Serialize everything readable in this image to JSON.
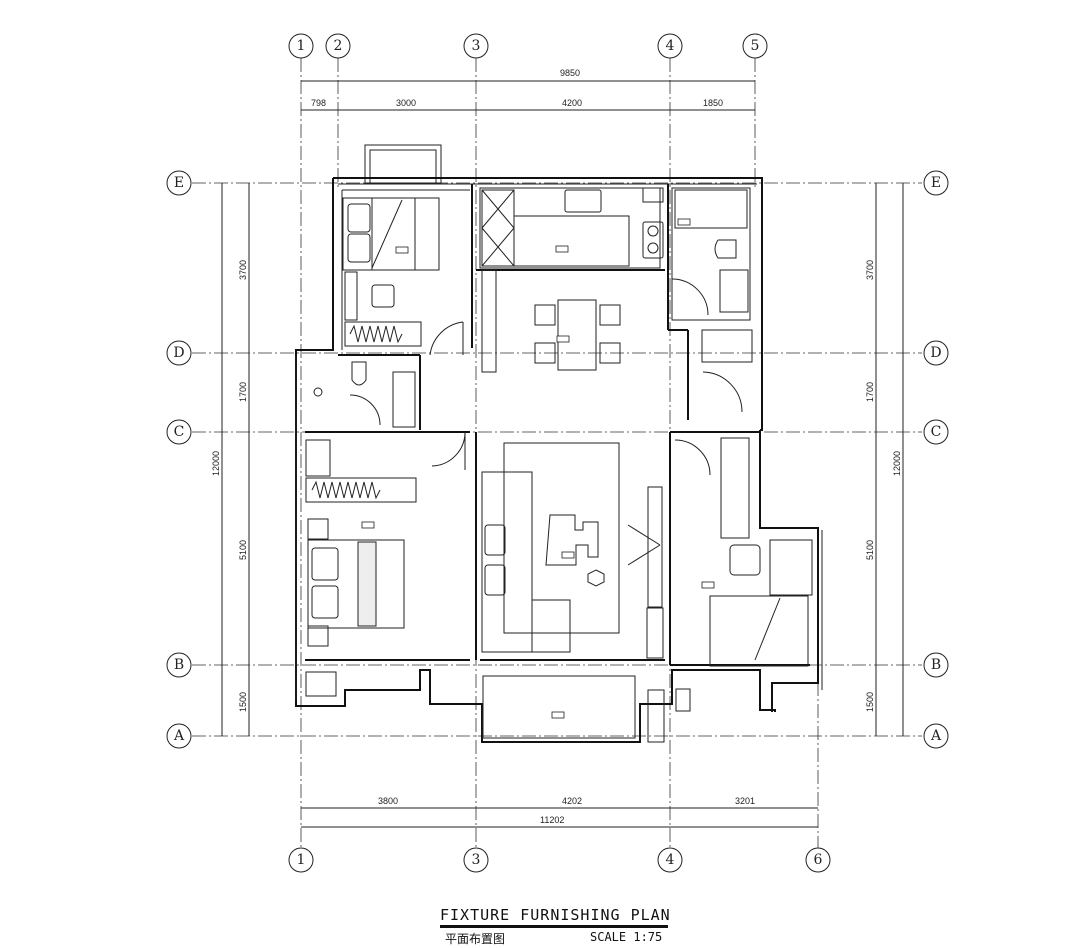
{
  "drawing": {
    "title": "FIXTURE FURNISHING PLAN",
    "subtitle_cn": "平面布置图",
    "scale": "SCALE 1:75"
  },
  "grid_axes": {
    "top": [
      "1",
      "2",
      "3",
      "4",
      "5"
    ],
    "bottom": [
      "1",
      "3",
      "4",
      "6"
    ],
    "left": [
      "E",
      "D",
      "C",
      "B",
      "A"
    ],
    "right": [
      "E",
      "D",
      "C",
      "B",
      "A"
    ]
  },
  "dimensions": {
    "top_total": "9850",
    "top_segments": [
      "798",
      "3000",
      "4200",
      "1850"
    ],
    "bottom_segments": [
      "3800",
      "4202",
      "3201"
    ],
    "bottom_total": "11202",
    "left_segments": [
      "3700",
      "1700",
      "5100",
      "1500"
    ],
    "left_total": "12000",
    "right_segments": [
      "3700",
      "1700",
      "5100",
      "1500"
    ],
    "right_total": "12000"
  },
  "rooms": [
    {
      "id": "secondary-bedroom-north",
      "type": "bedroom"
    },
    {
      "id": "kitchen",
      "type": "kitchen"
    },
    {
      "id": "bathroom-north",
      "type": "bathroom"
    },
    {
      "id": "dining",
      "type": "dining"
    },
    {
      "id": "bathroom-west",
      "type": "bathroom"
    },
    {
      "id": "master-bedroom",
      "type": "bedroom"
    },
    {
      "id": "living-room",
      "type": "living"
    },
    {
      "id": "bedroom-east",
      "type": "bedroom"
    },
    {
      "id": "balcony",
      "type": "balcony"
    }
  ]
}
